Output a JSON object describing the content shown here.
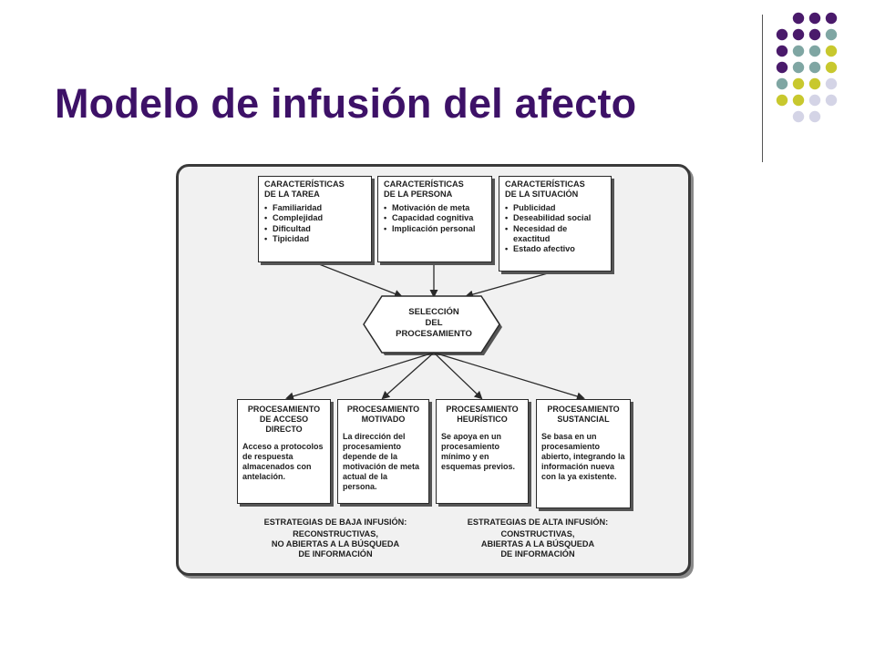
{
  "slide": {
    "title": "Modelo de infusión del afecto"
  },
  "decoration": {
    "dot_colors": {
      "purple": "#4a1a6b",
      "teal": "#7fa6a3",
      "olive": "#c8c82e",
      "lavender": "#d4d4e6"
    },
    "dot_grid": [
      [
        null,
        "purple",
        "purple",
        "purple"
      ],
      [
        "purple",
        "purple",
        "purple",
        "teal"
      ],
      [
        "purple",
        "teal",
        "teal",
        "olive"
      ],
      [
        "purple",
        "teal",
        "teal",
        "olive"
      ],
      [
        "teal",
        "olive",
        "olive",
        "lavender"
      ],
      [
        "olive",
        "olive",
        "lavender",
        "lavender"
      ],
      [
        null,
        "lavender",
        "lavender",
        null
      ]
    ]
  },
  "diagram": {
    "top_boxes": [
      {
        "heading_line1": "CARACTERÍSTICAS",
        "heading_line2": "DE LA TAREA",
        "items": [
          "Familiaridad",
          "Complejidad",
          "Dificultad",
          "Tipicidad"
        ]
      },
      {
        "heading_line1": "CARACTERÍSTICAS",
        "heading_line2": "DE LA PERSONA",
        "items": [
          "Motivación de meta",
          "Capacidad cognitiva",
          "Implicación personal"
        ]
      },
      {
        "heading_line1": "CARACTERÍSTICAS",
        "heading_line2": "DE LA SITUACIÓN",
        "items": [
          "Publicidad",
          "Deseabilidad social",
          "Necesidad de exactitud",
          "Estado afectivo"
        ]
      }
    ],
    "center_node": {
      "line1": "SELECCIÓN",
      "line2": "DEL",
      "line3": "PROCESAMIENTO"
    },
    "bottom_boxes": [
      {
        "heading_line1": "PROCESAMIENTO",
        "heading_line2": "DE ACCESO",
        "heading_line3": "DIRECTO",
        "description": "Acceso a protocolos de respuesta almacenados con antelación."
      },
      {
        "heading_line1": "PROCESAMIENTO",
        "heading_line2": "MOTIVADO",
        "heading_line3": "",
        "description": "La dirección del procesamiento depende de la motivación de meta actual de la persona."
      },
      {
        "heading_line1": "PROCESAMIENTO",
        "heading_line2": "HEURÍSTICO",
        "heading_line3": "",
        "description": "Se apoya en un procesamiento mínimo y en esquemas previos."
      },
      {
        "heading_line1": "PROCESAMIENTO",
        "heading_line2": "SUSTANCIAL",
        "heading_line3": "",
        "description": "Se basa en un procesamiento abierto, integrando la información nueva con la ya existente."
      }
    ],
    "strategies": [
      {
        "heading": "ESTRATEGIAS DE BAJA INFUSIÓN:",
        "line1": "RECONSTRUCTIVAS,",
        "line2": "NO ABIERTAS A LA BÚSQUEDA",
        "line3": "DE INFORMACIÓN"
      },
      {
        "heading": "ESTRATEGIAS DE ALTA INFUSIÓN:",
        "line1": "CONSTRUCTIVAS,",
        "line2": "ABIERTAS A LA BÚSQUEDA",
        "line3": "DE INFORMACIÓN"
      }
    ]
  }
}
